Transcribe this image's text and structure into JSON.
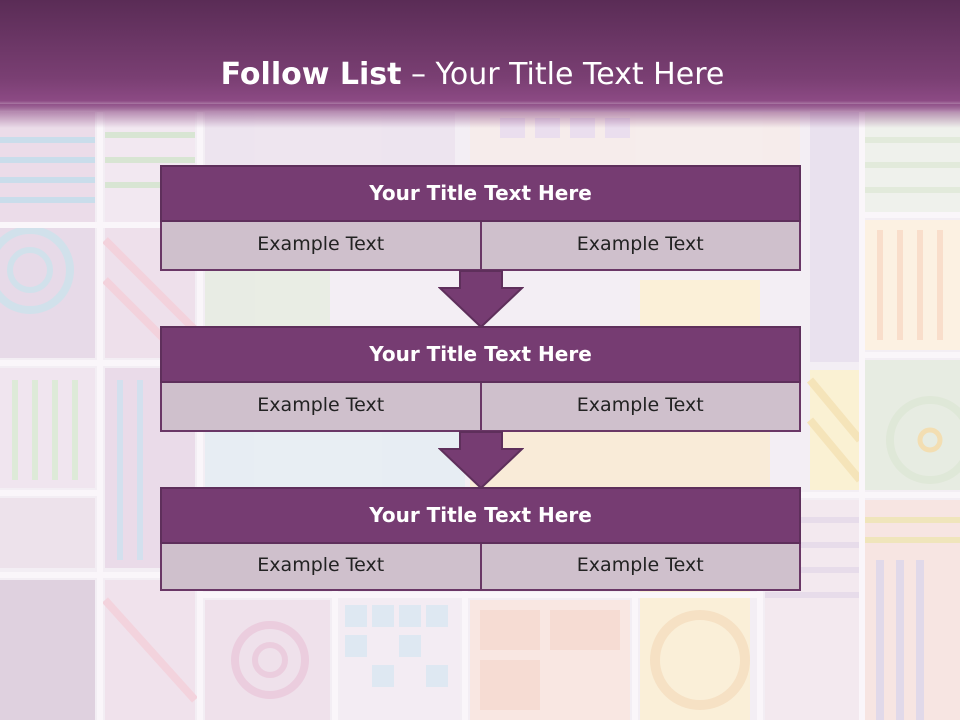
{
  "slide": {
    "title_bold": "Follow List",
    "title_rest": " – Your Title Text Here"
  },
  "steps": [
    {
      "heading": "Your Title Text Here",
      "left": "Example Text",
      "right": "Example Text"
    },
    {
      "heading": "Your Title Text Here",
      "left": "Example Text",
      "right": "Example Text"
    },
    {
      "heading": "Your Title Text Here",
      "left": "Example Text",
      "right": "Example Text"
    }
  ],
  "colors": {
    "accent": "#763c72",
    "cell": "#cfc0cc",
    "header": "#6a3566"
  }
}
